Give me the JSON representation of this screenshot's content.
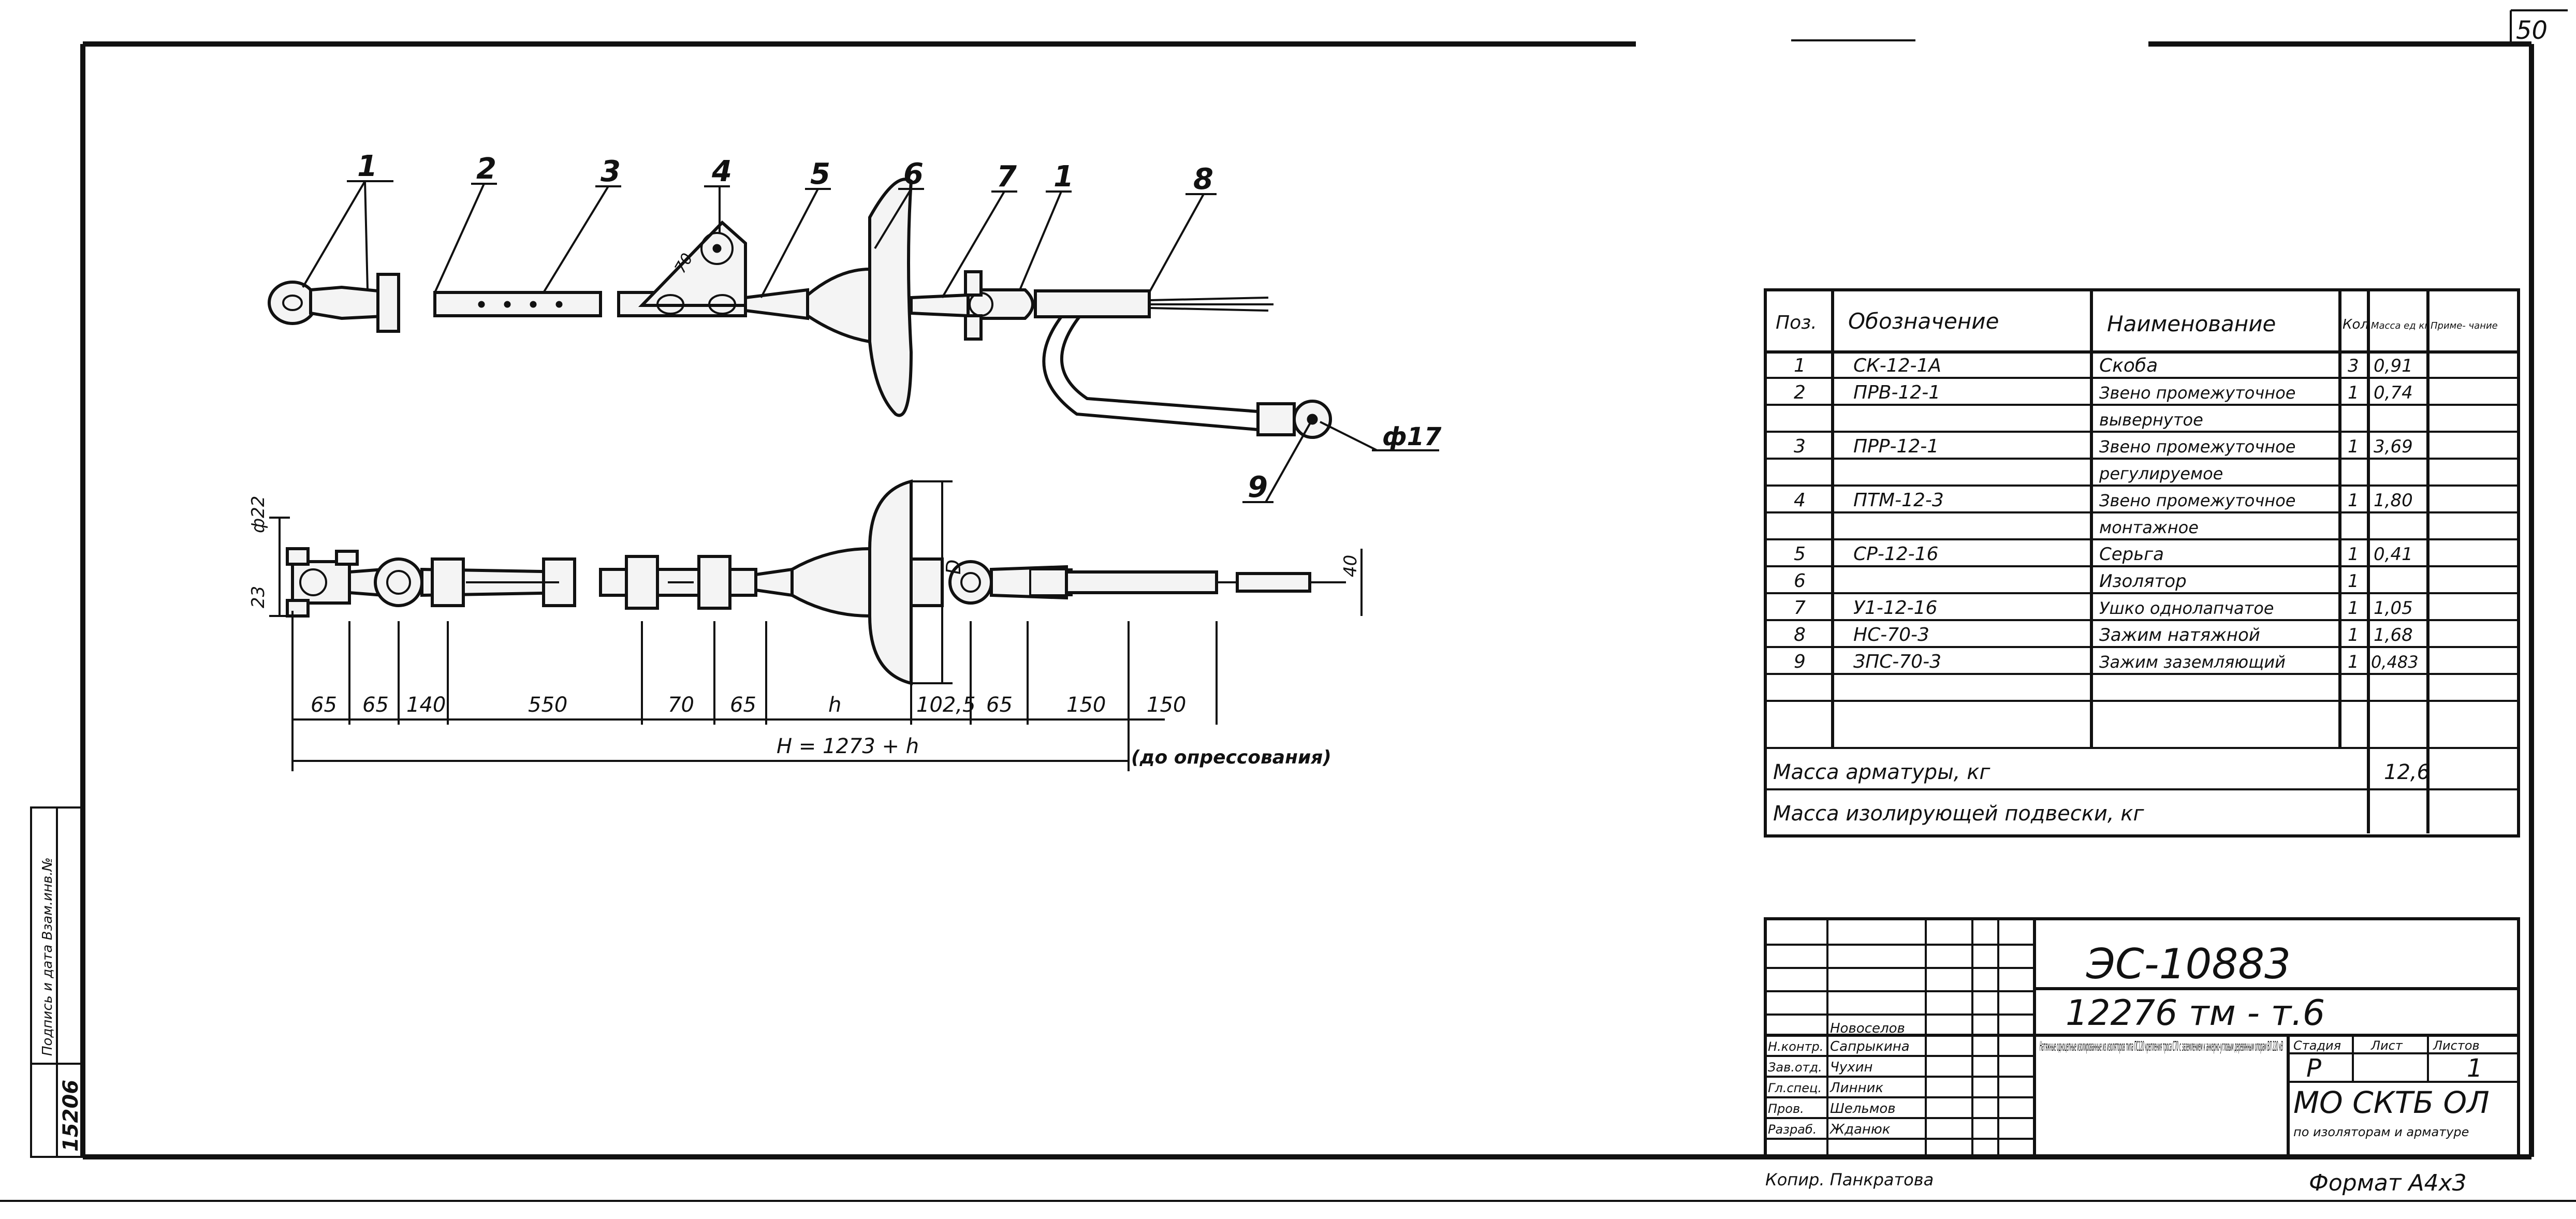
{
  "sheet": {
    "page_number": "50",
    "copied_by": "Копир. Панкратова",
    "format": "Формат А4х3",
    "side_stamp": "Подпись и дата  Взам.инв.№",
    "inventory_number": "15206"
  },
  "drawing": {
    "callouts": [
      "1",
      "2",
      "3",
      "4",
      "5",
      "6",
      "7",
      "1",
      "8",
      "9"
    ],
    "dia17": "ф17",
    "dia22": "ф22",
    "dim23": "23",
    "dimD": "D",
    "dim40": "40",
    "dim70v": "70",
    "dims": [
      "65",
      "65",
      "140",
      "550",
      "70",
      "65",
      "h",
      "102,5",
      "65",
      "150",
      "150"
    ],
    "total": "H = 1273 + h",
    "before_press": "(до опрессования)"
  },
  "spec": {
    "headers": [
      "Поз.",
      "Обозначение",
      "Наименование",
      "Кол",
      "Масса ед кг",
      "Приме- чание"
    ],
    "rows": [
      [
        "1",
        "СК-12-1А",
        "Скоба",
        "3",
        "0,91",
        ""
      ],
      [
        "2",
        "ПРВ-12-1",
        "Звено промежуточное",
        "1",
        "0,74",
        ""
      ],
      [
        "",
        "",
        "вывернутое",
        "",
        "",
        ""
      ],
      [
        "3",
        "ПРР-12-1",
        "Звено промежуточное",
        "1",
        "3,69",
        ""
      ],
      [
        "",
        "",
        "регулируемое",
        "",
        "",
        ""
      ],
      [
        "4",
        "ПТМ-12-3",
        "Звено промежуточное",
        "1",
        "1,80",
        ""
      ],
      [
        "",
        "",
        "монтажное",
        "",
        "",
        ""
      ],
      [
        "5",
        "СР-12-16",
        "Серьга",
        "1",
        "0,41",
        ""
      ],
      [
        "6",
        "",
        "Изолятор",
        "1",
        "",
        ""
      ],
      [
        "7",
        "У1-12-16",
        "Ушко однолапчатое",
        "1",
        "1,05",
        ""
      ],
      [
        "8",
        "НС-70-3",
        "Зажим натяжной",
        "1",
        "1,68",
        ""
      ],
      [
        "9",
        "ЗПС-70-3",
        "Зажим заземляющий",
        "1",
        "0,483",
        ""
      ],
      [
        "",
        "",
        "",
        "",
        "",
        ""
      ]
    ],
    "mass_fittings_label": "Масса арматуры, кг",
    "mass_fittings_value": "12,6",
    "mass_insulated_label": "Масса изолирующей подвески, кг",
    "mass_insulated_value": ""
  },
  "title_block": {
    "code": "ЭС-10883",
    "subcode": "12276 тм - т.6",
    "description": "Натяжные одноцепные изолированные из изоляторов типа ПС120 крепления троса С70 с заземлением к анкерно-угловым деревянным опорам ВЛ 220 кВ",
    "stage_label": "Стадия",
    "sheet_label": "Лист",
    "sheets_label": "Листов",
    "stage": "Р",
    "sheets": "1",
    "org": "МО СКТБ ОЛ",
    "org_sub": "по изоляторам и арматуре",
    "roles": [
      "Н.контр.",
      "Зав.отд.",
      "Гл.спец.",
      "Пров.",
      "Разраб."
    ],
    "names": [
      "Сапрыкина",
      "Чухин",
      "Линник",
      "Шельмов",
      "Жданюк"
    ],
    "top_names": [
      "Новоселов"
    ]
  }
}
